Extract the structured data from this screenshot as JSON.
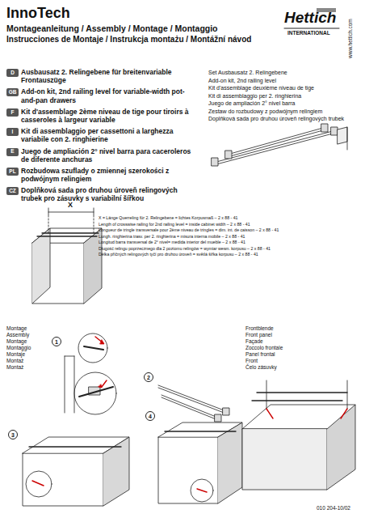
{
  "diagram": {
    "title": "InnoTech",
    "nodes": [
      {
        "text": [
          "D"
        ]
      },
      {
        "text": [
          "GB"
        ]
      },
      {
        "text": [
          "F"
        ]
      },
      {
        "text": [
          "I"
        ]
      },
      {
        "text": [
          "E"
        ]
      },
      {
        "text": [
          "PL"
        ]
      },
      {
        "text": [
          "CZ"
        ]
      },
      {
        "text": [
          "1"
        ]
      },
      {
        "text": [
          "2"
        ]
      },
      {
        "text": [
          "3"
        ]
      },
      {
        "text": [
          "4"
        ]
      }
    ],
    "labels": [
      "Montageanleitung / Assembly / Montage / Montaggio",
      "Instrucciones de Montaje / Instrukcja montażu / Montážní návod",
      "Hettich",
      "INTERNATIONAL",
      "www.hettich.com",
      "Ausbausatz 2. Relingebene für breitenvariable Frontauszüge",
      "Add-on kit, 2nd railing level for variable-width pot-and-pan drawers",
      "Kit d'assemblage 2ème niveau de tige pour tiroirs à casseroles à largeur variable",
      "Kit di assemblaggio per cassettoni a larghezza variabile con 2. ringhierine",
      "Juego de ampliación 2° nivel barra para caceroleros de diferente anchuras",
      "Rozbudowa szuflady o zmiennej szerokości z podwójnym relingiem",
      "Doplňková sada pro druhou úroveň relingových trubek pro zásuvky s variabilní šířkou",
      "Set Ausbausatz 2. Relingebene",
      "Add-on kit, 2nd railing level",
      "Kit d'assemblage deuxième niveau de tige",
      "Kit di assemblaggio per 2. ringhierina",
      "Juego de ampliación 2° nivel barra",
      "Zestaw do rozbudowy z podwójnym relingiem",
      "Doplňková sada pro druhou úroveň relingových trubek",
      "X",
      "X = Länge Querreling für 2. Relingebene = lichtes Korpusmaß – 2 x 88 - 41",
      "Length of crosswise railing for 2nd railing level = inside cabinet width – 2 x 88 - 41",
      "Longueur de tringle transversale pour 2ème niveau de tringles = dim. int. de caisson – 2 x 88 - 41",
      "Lungh. ringhierina trasv. per 2. ringhierina = misura interna mobile – 2 x 88 - 41",
      "Longitud barra transversal de 2° nivel= medida interior del mueble – 2 x 88 - 41",
      "Długość relingu poprzecznego dla 2 poziomu relingów = wymiar wewn. korpusu – 2 x 88 - 41",
      "Délka příčných relingových tyčí pro druhou úroveň = světlá šířka korpusu – 2 x 88 - 41",
      "Montage",
      "Assembly",
      "Montage",
      "Montaggio",
      "Montaje",
      "Montaż",
      "Montaż",
      "Frontblende",
      "Front panel",
      "Façade",
      "Zoccolo frontale",
      "Panel frontal",
      "Front",
      "Čelo zásuvky",
      "010 204-10/02"
    ]
  }
}
